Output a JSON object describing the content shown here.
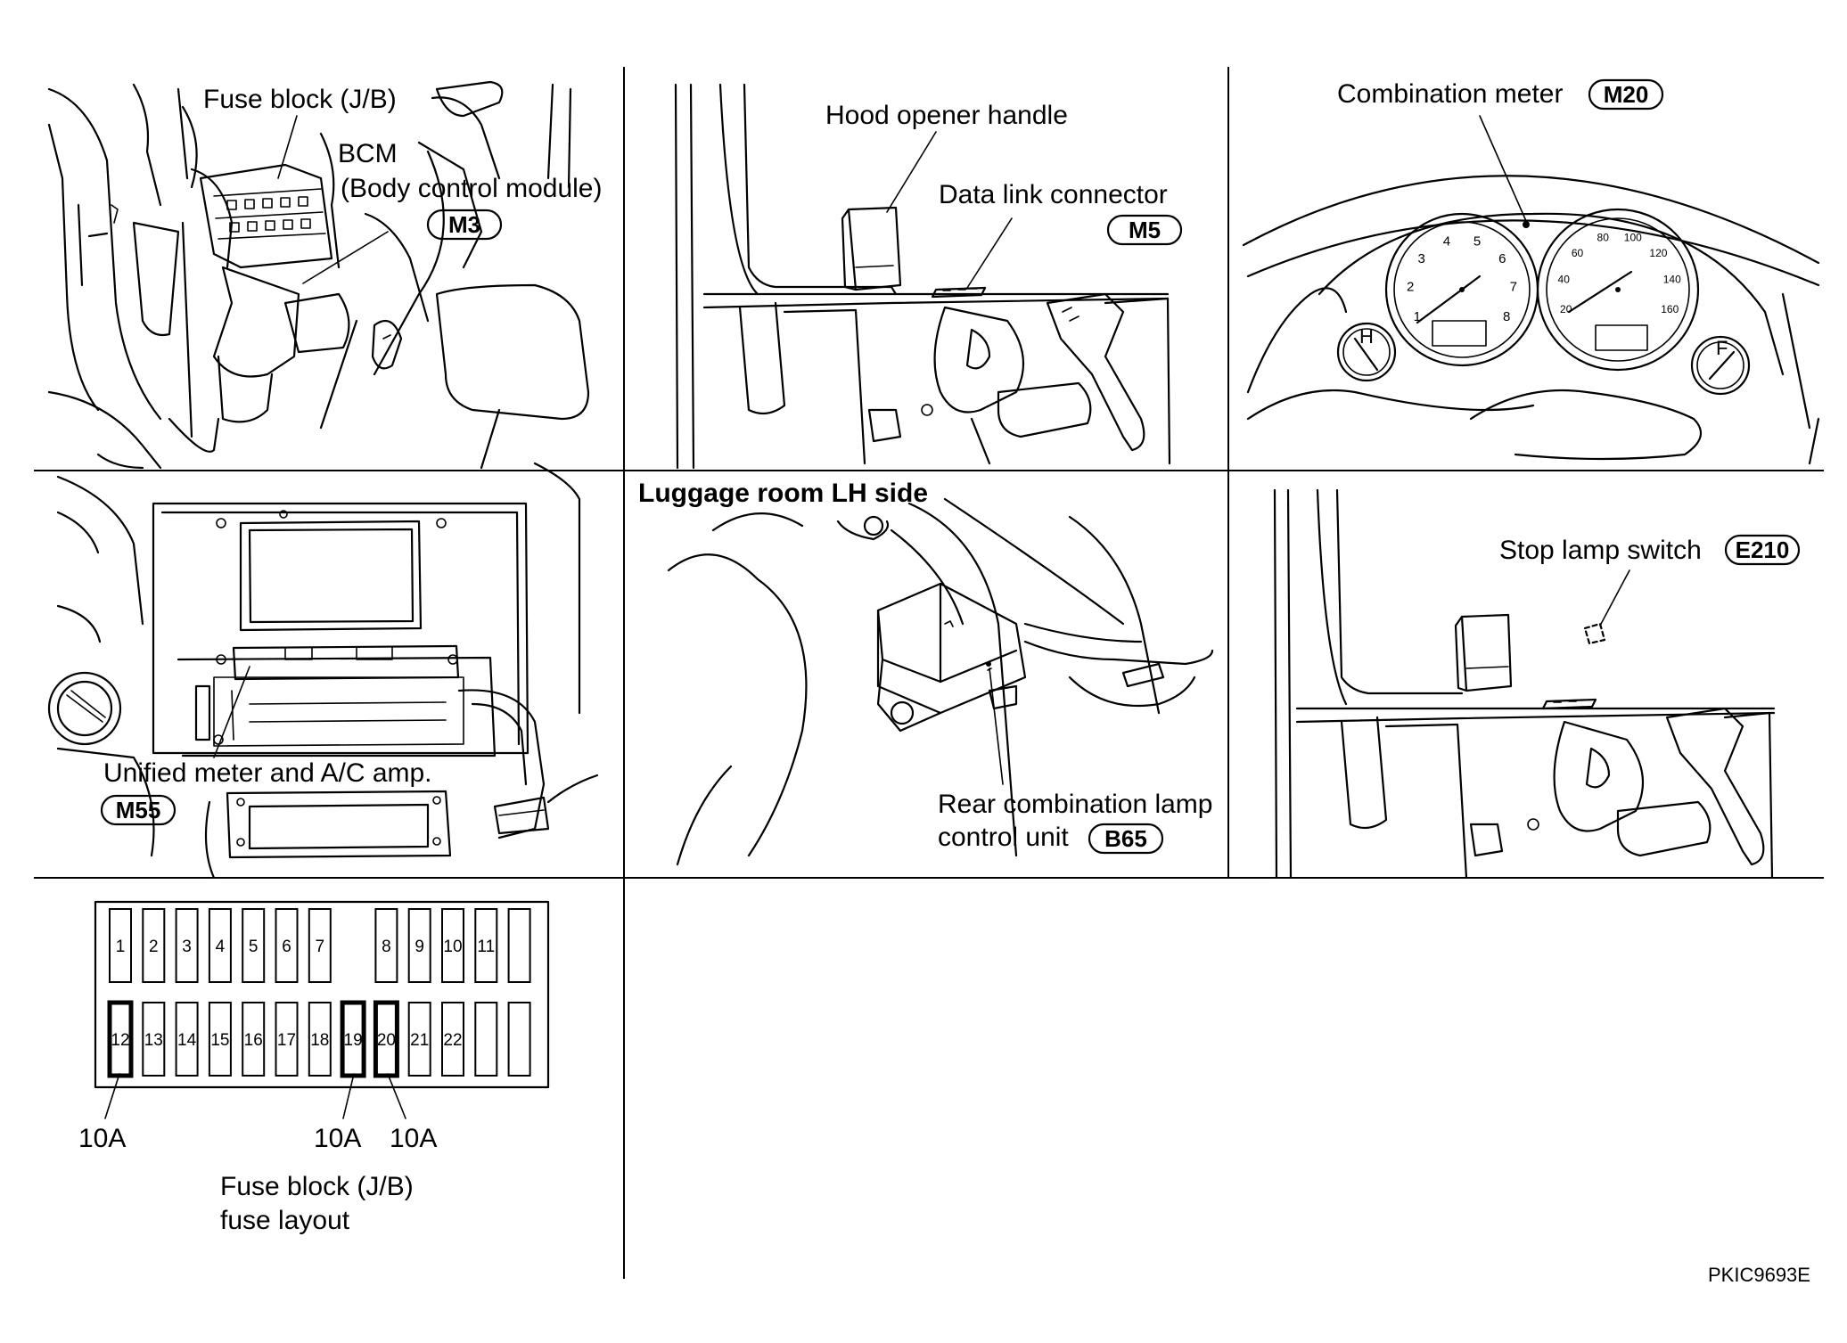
{
  "panels": {
    "p1": {
      "fuse_block": "Fuse block (J/B)",
      "bcm_line1": "BCM",
      "bcm_line2": "(Body control module)",
      "bcm_code": "M3"
    },
    "p2": {
      "hood_opener": "Hood opener handle",
      "data_link": "Data link connector",
      "data_link_code": "M5"
    },
    "p3": {
      "combination_meter": "Combination meter",
      "combination_meter_code": "M20"
    },
    "p4": {
      "unified_meter": "Unified meter and A/C amp.",
      "unified_meter_code": "M55"
    },
    "p5": {
      "title": "Luggage room LH side",
      "rear_lamp_line1": "Rear combination lamp",
      "rear_lamp_line2": "control unit",
      "rear_lamp_code": "B65"
    },
    "p6": {
      "stop_lamp": "Stop lamp switch",
      "stop_lamp_code": "E210"
    },
    "p7": {
      "top_row": [
        "1",
        "2",
        "3",
        "4",
        "5",
        "6",
        "7",
        "",
        "8",
        "9",
        "10",
        "11",
        ""
      ],
      "bottom_row": [
        "12",
        "13",
        "14",
        "15",
        "16",
        "17",
        "18",
        "19",
        "20",
        "21",
        "22",
        "",
        ""
      ],
      "highlighted": [
        "12",
        "19",
        "20"
      ],
      "rating_12": "10A",
      "rating_19": "10A",
      "rating_20": "10A",
      "caption_line1": "Fuse block (J/B)",
      "caption_line2": "fuse layout"
    }
  },
  "meter": {
    "tach_ticks": [
      "1",
      "2",
      "3",
      "4",
      "5",
      "6",
      "7",
      "8"
    ],
    "speed_ticks": [
      "20",
      "40",
      "60",
      "80",
      "100",
      "120",
      "140",
      "160"
    ],
    "temp_gauge": "H",
    "fuel_gauge": "F"
  },
  "figure_id": "PKIC9693E"
}
